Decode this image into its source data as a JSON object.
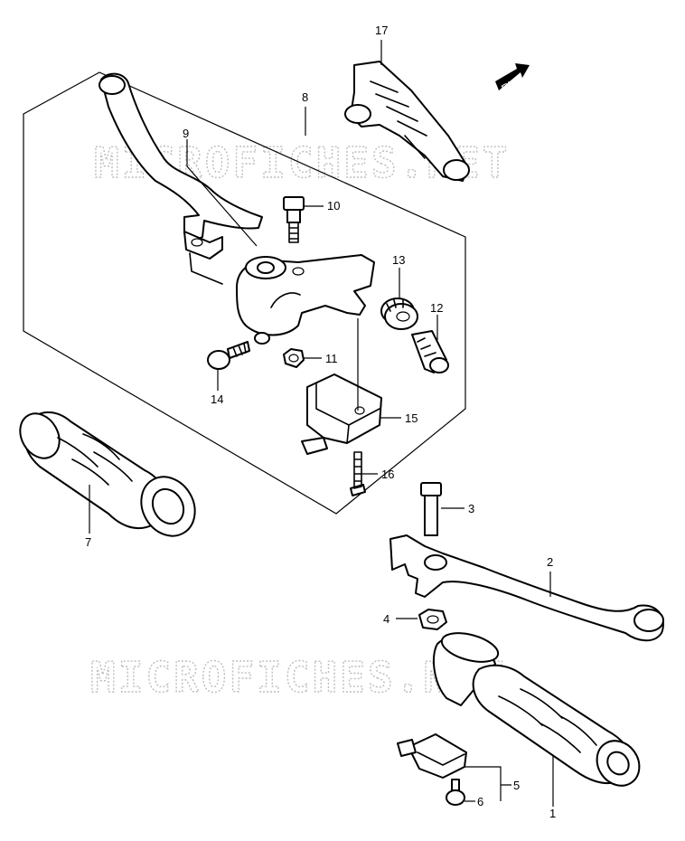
{
  "watermark": "MICROFICHES.NET",
  "direction_marker": "FWD",
  "callouts": [
    "1",
    "2",
    "3",
    "4",
    "5",
    "6",
    "7",
    "8",
    "9",
    "10",
    "11",
    "12",
    "13",
    "14",
    "15",
    "16",
    "17"
  ]
}
